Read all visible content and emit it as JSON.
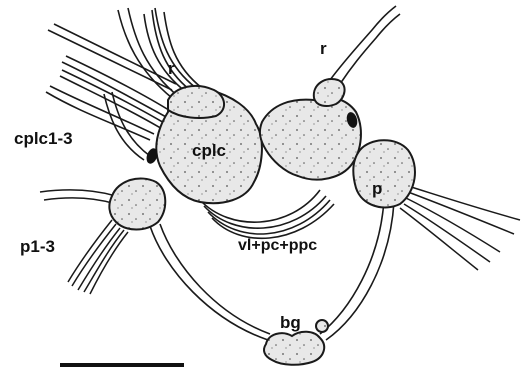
{
  "figure": {
    "colors": {
      "ink": "#1a1a1a",
      "tissue_fill": "#e6e6e6",
      "nerve_fill": "#d8d8d8",
      "background": "#ffffff"
    },
    "labels": {
      "r_left": "r",
      "r_right": "r",
      "cplc13": "cplc1-3",
      "cplc": "cplc",
      "p13": "p1-3",
      "p": "p",
      "vl_pc_ppc": "vl+pc+ppc",
      "bg": "bg"
    },
    "scale_bar": {
      "shown": true
    }
  }
}
